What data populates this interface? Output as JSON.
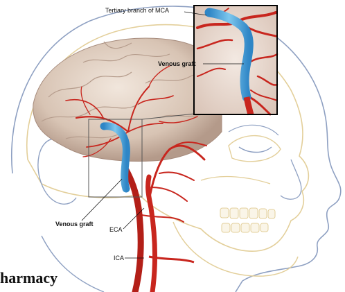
{
  "labels": {
    "tertiary_branch": "Tertiary branch of MCA",
    "venous_graft_inset": "Venous graft",
    "venous_graft_main": "Venous graft",
    "eca": "ECA",
    "ica": "ICA"
  },
  "footer_text": "harmacy",
  "colors": {
    "skull_outline": "#e3cf9a",
    "head_outline": "#8ea0c2",
    "brain": "#d9c6b8",
    "artery": "#c8261e",
    "graft": "#47a9dc",
    "inset_border": "#000000"
  }
}
